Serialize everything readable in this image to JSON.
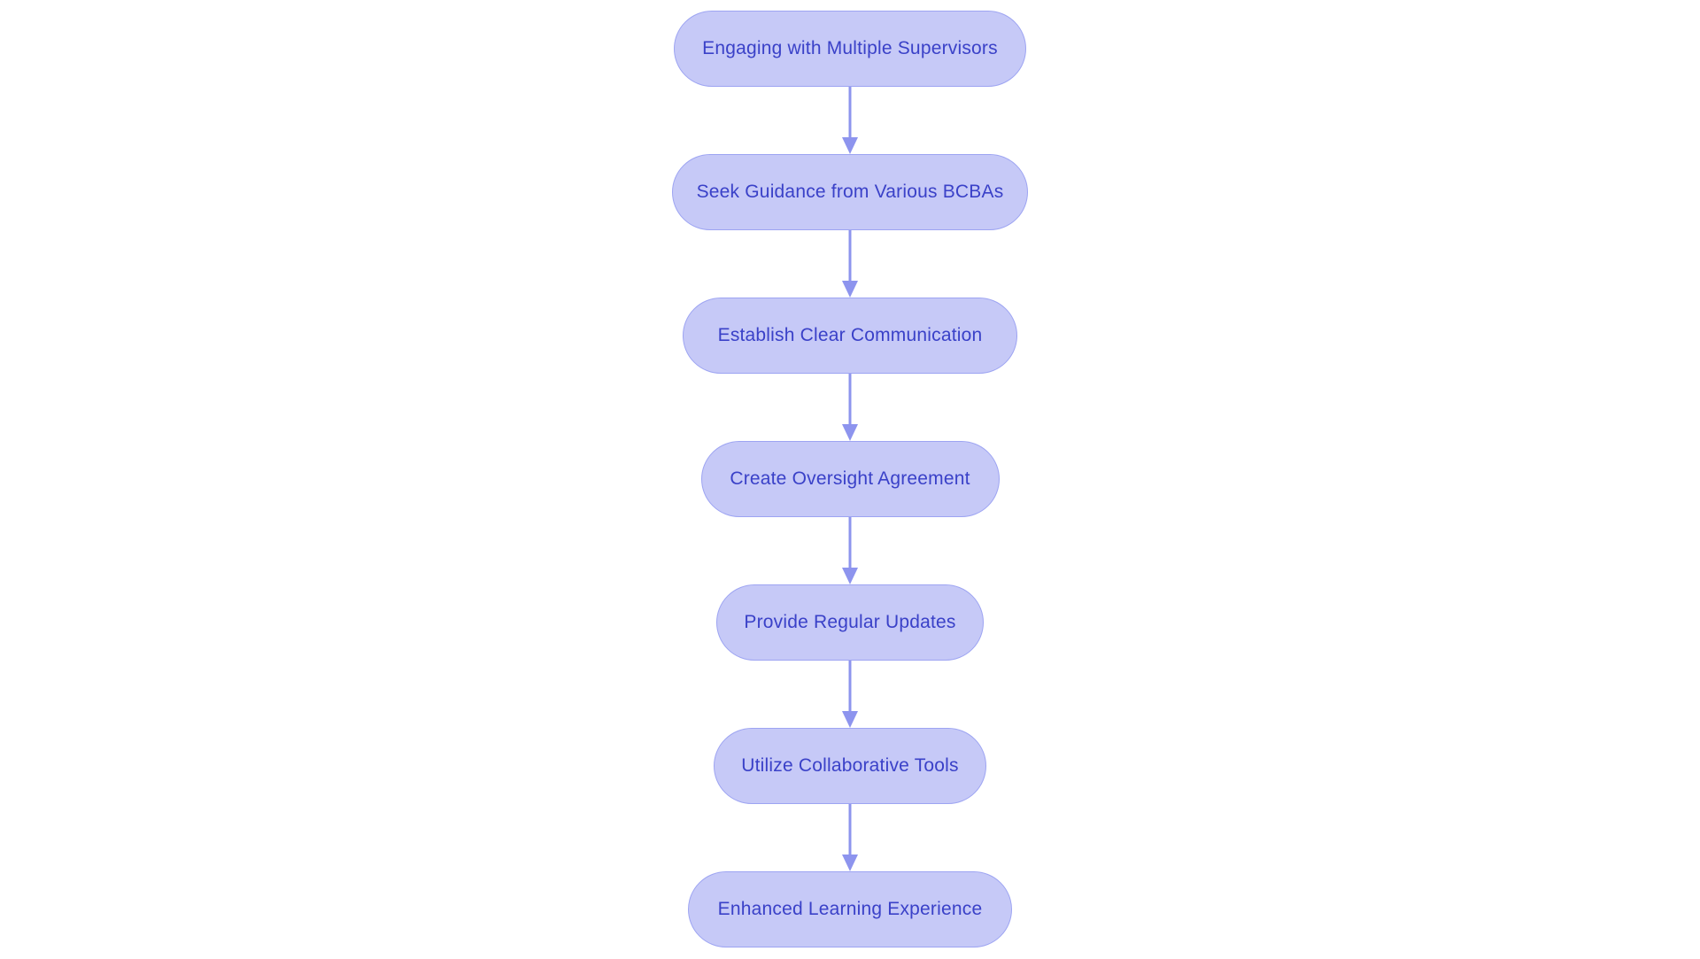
{
  "flowchart": {
    "type": "vertical-flow",
    "direction": "top-down",
    "nodes": [
      {
        "label": "Engaging with Multiple Supervisors"
      },
      {
        "label": "Seek Guidance from Various BCBAs"
      },
      {
        "label": "Establish Clear Communication"
      },
      {
        "label": "Create Oversight Agreement"
      },
      {
        "label": "Provide Regular Updates"
      },
      {
        "label": "Utilize Collaborative Tools"
      },
      {
        "label": "Enhanced Learning Experience"
      }
    ],
    "connections": [
      {
        "from": "Engaging with Multiple Supervisors",
        "to": "Seek Guidance from Various BCBAs"
      },
      {
        "from": "Seek Guidance from Various BCBAs",
        "to": "Establish Clear Communication"
      },
      {
        "from": "Establish Clear Communication",
        "to": "Create Oversight Agreement"
      },
      {
        "from": "Create Oversight Agreement",
        "to": "Provide Regular Updates"
      },
      {
        "from": "Provide Regular Updates",
        "to": "Utilize Collaborative Tools"
      },
      {
        "from": "Utilize Collaborative Tools",
        "to": "Enhanced Learning Experience"
      }
    ],
    "colors": {
      "background": "#ffffff",
      "node_fill": "#c6c9f7",
      "node_border": "#9da4f2",
      "node_text": "#3a41c8",
      "arrow": "#8d94ee"
    }
  }
}
